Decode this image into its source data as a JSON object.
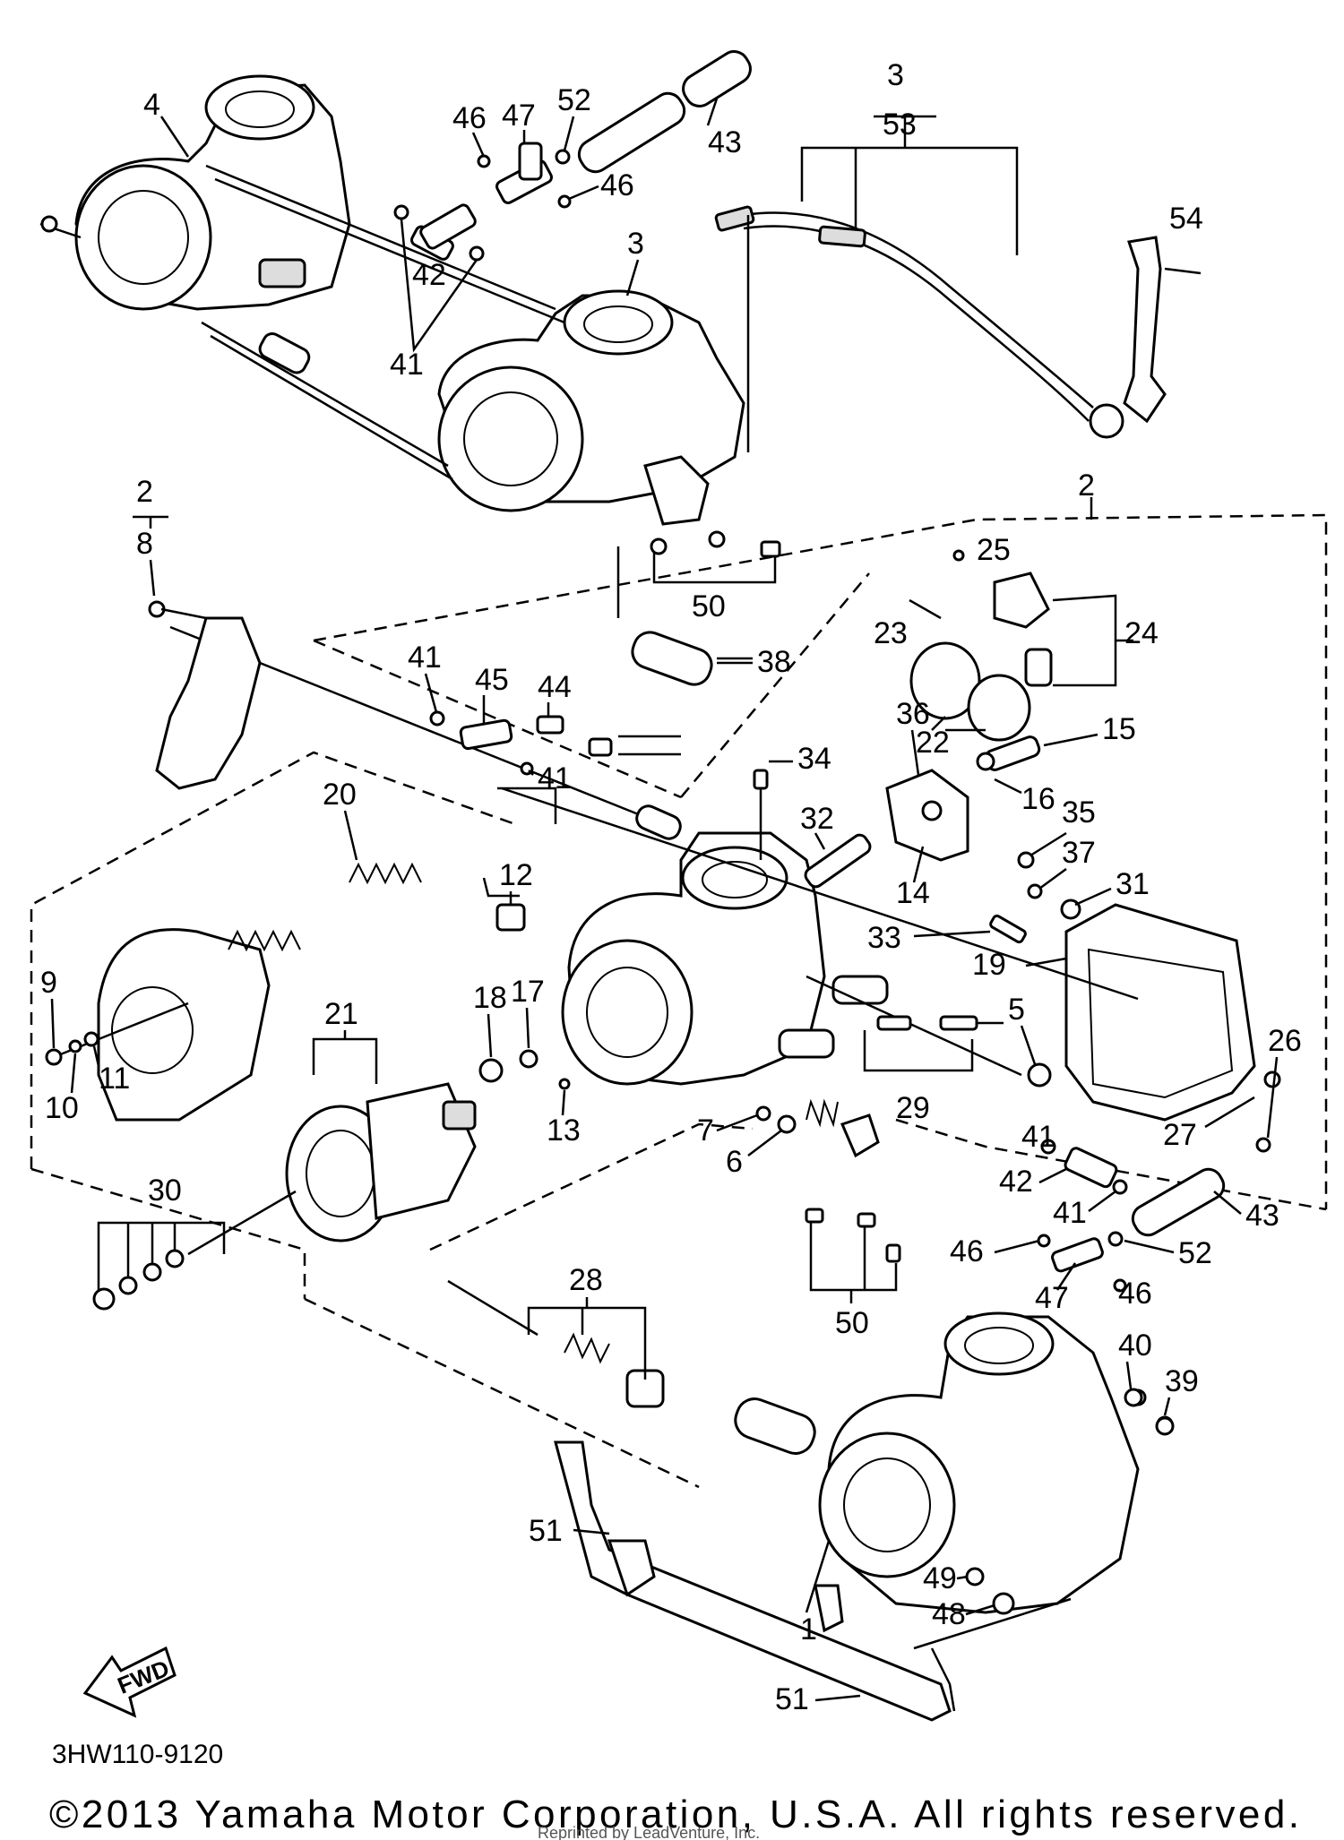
{
  "diagram": {
    "part_code": "3HW110-9120",
    "copyright": "©2013 Yamaha Motor Corporation, U.S.A. All rights reserved.",
    "watermark": "Reprinted by LeadVenture, Inc.",
    "direction_label": "FWD",
    "callouts": [
      "4",
      "46",
      "47",
      "52",
      "43",
      "3",
      "53",
      "46",
      "54",
      "42",
      "41",
      "3",
      "2",
      "8",
      "2",
      "25",
      "24",
      "23",
      "22",
      "41",
      "45",
      "44",
      "38",
      "41",
      "50",
      "36",
      "15",
      "34",
      "16",
      "20",
      "32",
      "35",
      "37",
      "12",
      "14",
      "31",
      "33",
      "19",
      "9",
      "18",
      "17",
      "11",
      "10",
      "21",
      "13",
      "7",
      "6",
      "5",
      "29",
      "26",
      "41",
      "42",
      "27",
      "41",
      "43",
      "52",
      "46",
      "30",
      "47",
      "46",
      "28",
      "50",
      "40",
      "39",
      "51",
      "1",
      "49",
      "48",
      "51"
    ]
  }
}
